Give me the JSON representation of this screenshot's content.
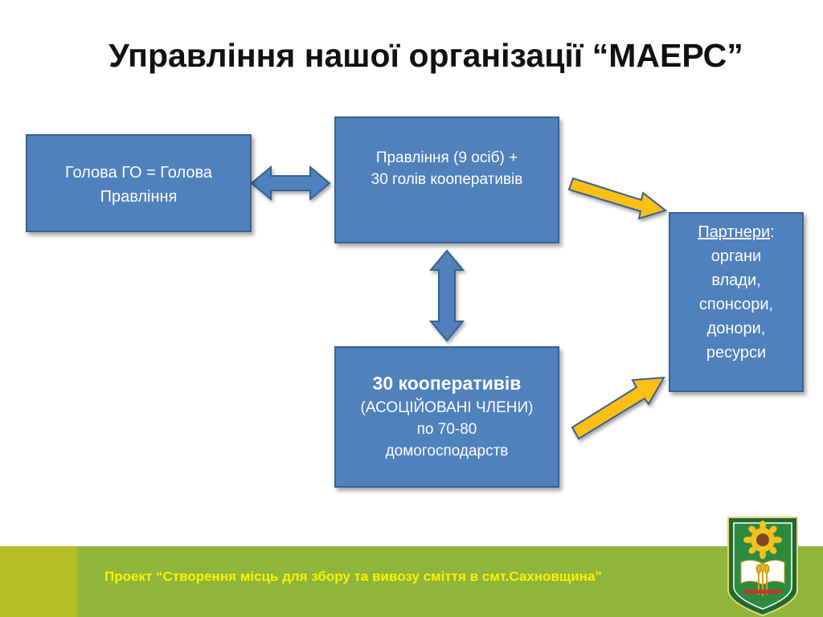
{
  "title": "Управління нашої організації “МАЕРС”",
  "boxes": {
    "head": {
      "line1": "Голова ГО =  Голова",
      "line2": "Правління"
    },
    "board": {
      "line1": "Правління (9 осіб) +",
      "line2": "30 голів кооперативів"
    },
    "coops": {
      "line1": "30 кооперативів",
      "line2": "(АСОЦІЙОВАНІ ЧЛЕНИ)",
      "line3": "по 70-80",
      "line4": "домогосподарств"
    },
    "partners": {
      "label": "Партнери",
      "colon": ":",
      "items": [
        "органи",
        "влади,",
        "спонсори,",
        "донори,",
        "ресурси"
      ]
    }
  },
  "footer": {
    "text": "Проект “Створення місць  для  збору та вивозу сміття в смт.Сахновщина”"
  },
  "colors": {
    "box_fill": "#4f81bd",
    "box_border": "#3a6090",
    "blue_arrow": "#4f81bd",
    "yellow_arrow": "#fdbf16",
    "footer_green": "#8fb53c",
    "footer_olive": "#b5bf22",
    "footer_text": "#fff200"
  },
  "icons": {
    "emblem": "coat-of-arms-icon"
  }
}
